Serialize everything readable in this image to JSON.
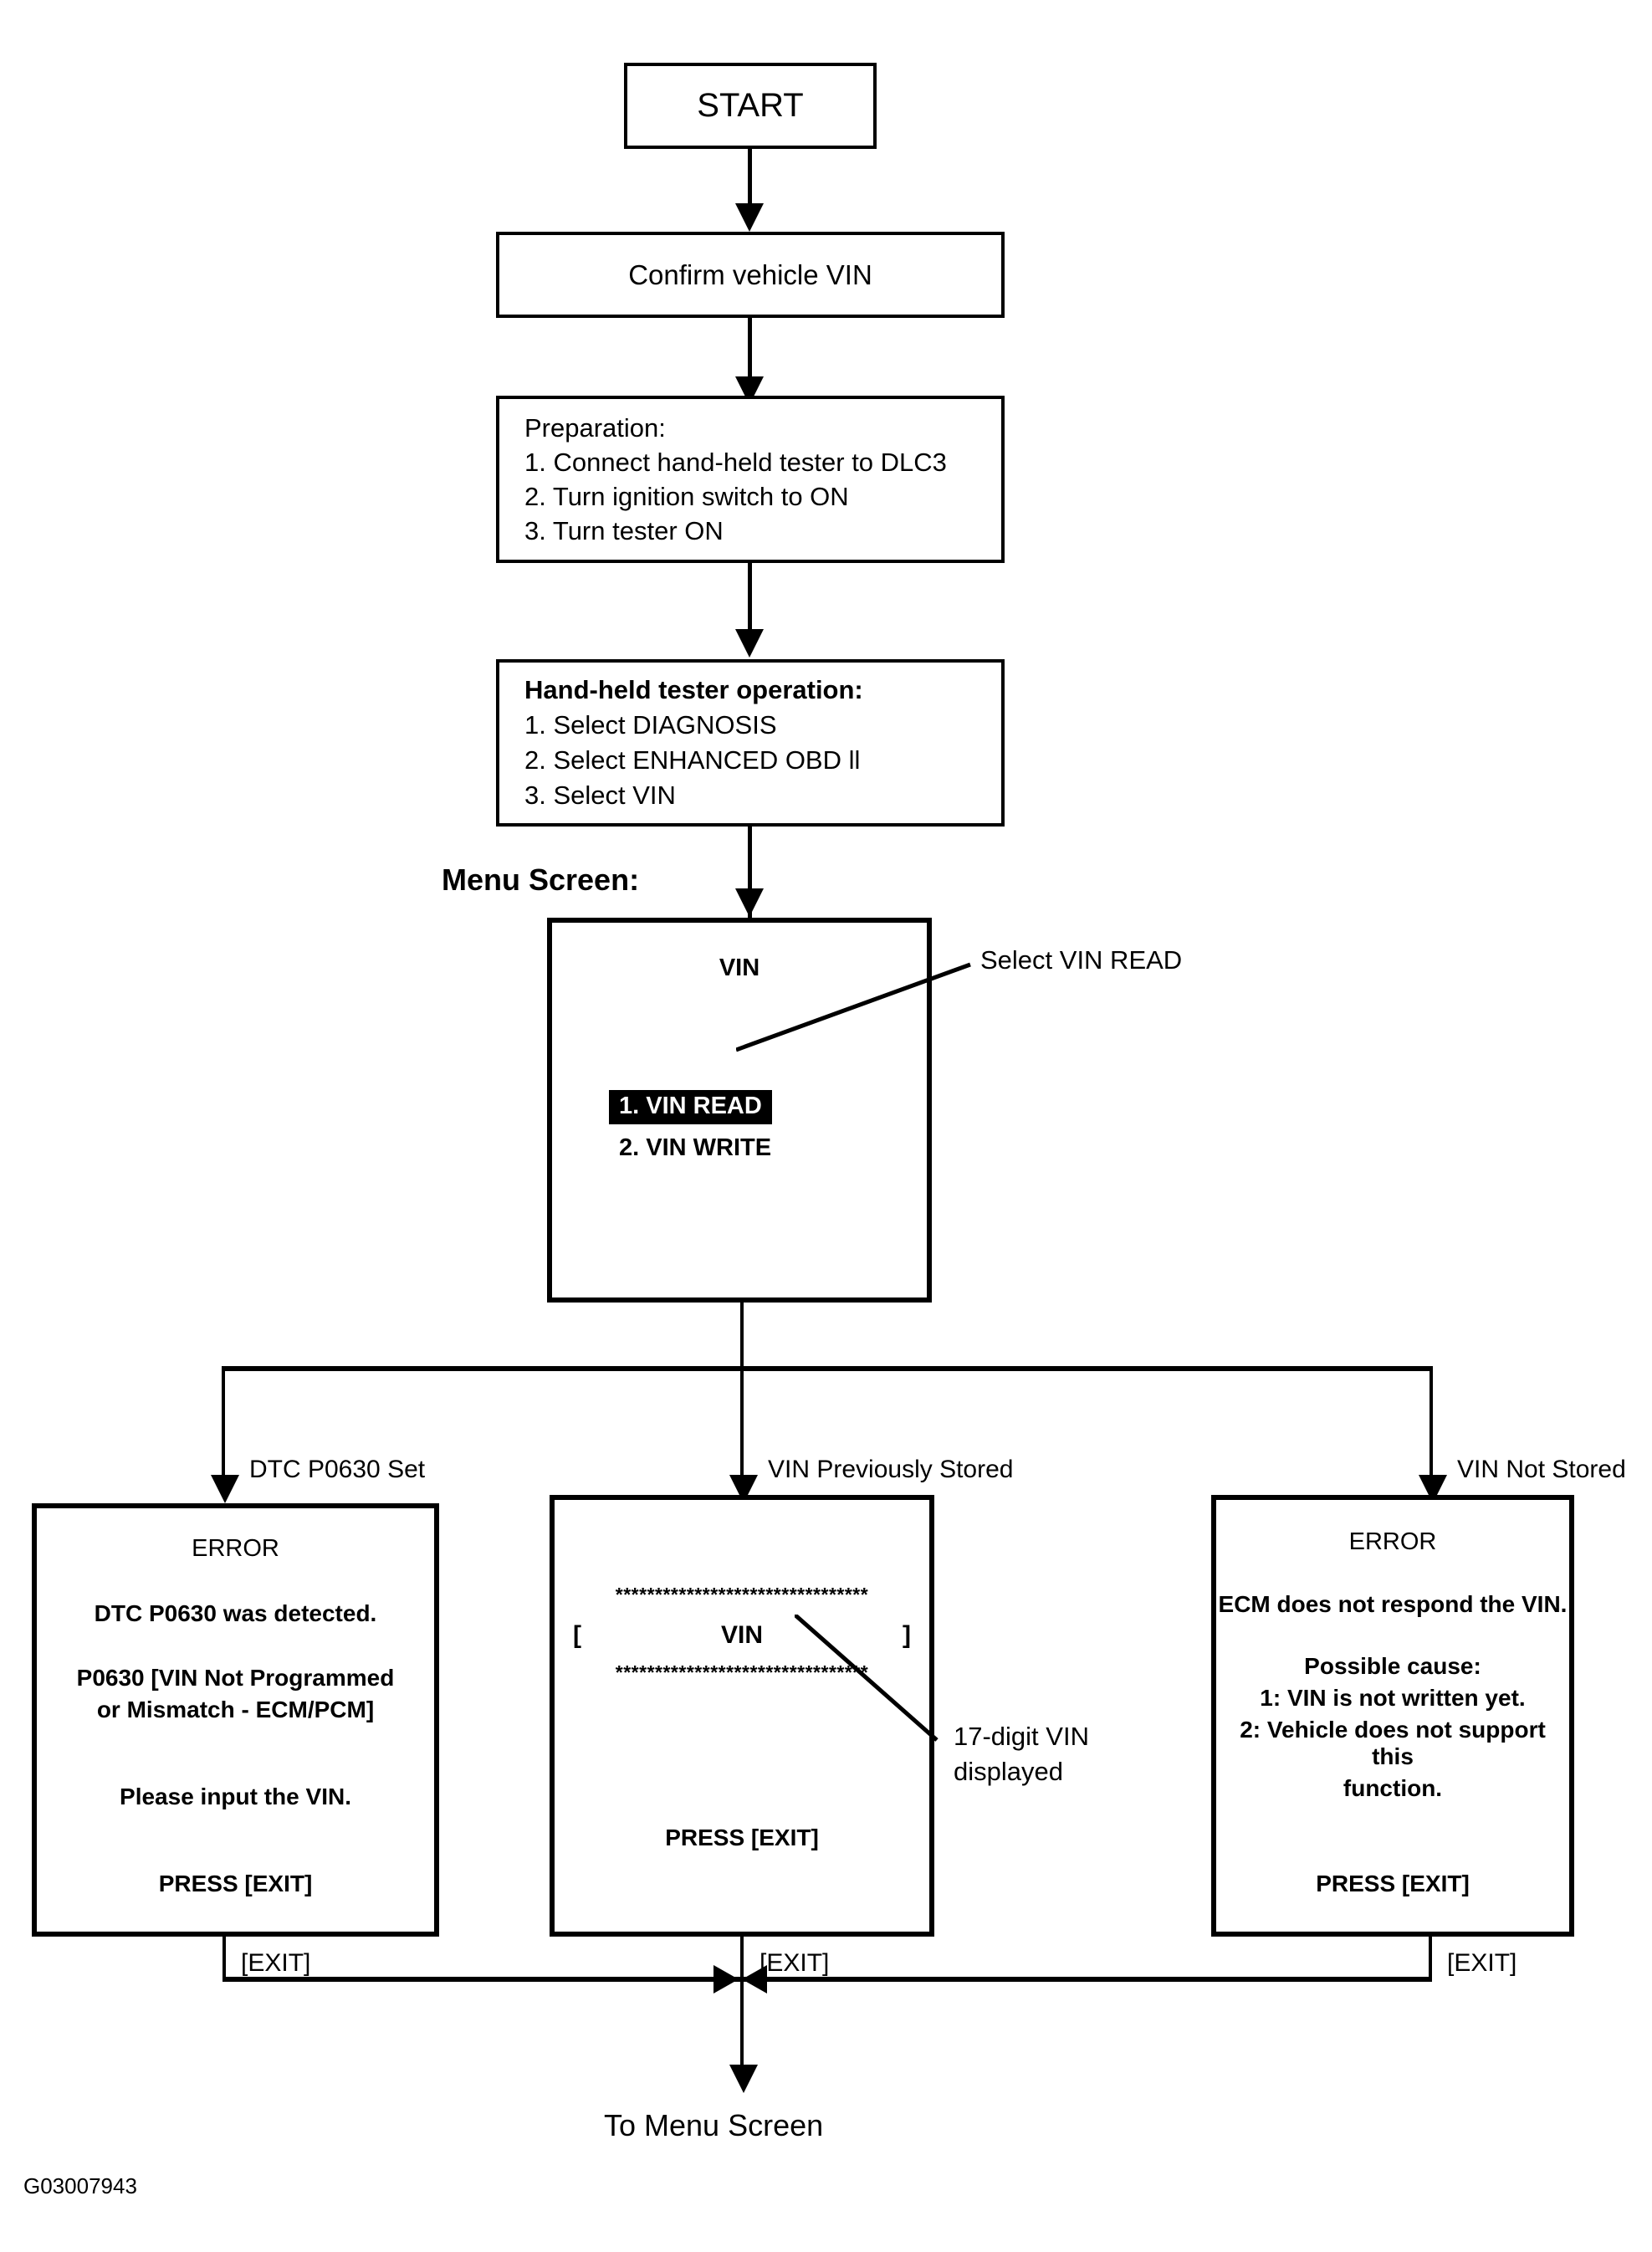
{
  "figure": {
    "id_code": "G03007943",
    "title": "VIN READ procedure flowchart"
  },
  "nodes": {
    "start": {
      "label": "START"
    },
    "confirm": {
      "label": "Confirm vehicle VIN"
    },
    "preparation": {
      "heading": "Preparation:",
      "steps": [
        "1. Connect hand-held tester to DLC3",
        "2. Turn ignition switch to ON",
        "3. Turn tester ON"
      ]
    },
    "tester_operation": {
      "heading": "Hand-held tester operation:",
      "steps": [
        "1. Select DIAGNOSIS",
        "2. Select ENHANCED OBD ll",
        "3. Select VIN"
      ]
    },
    "menu_screen": {
      "caption": "Menu Screen:",
      "screen_title": "VIN",
      "items": [
        {
          "label": "1. VIN READ",
          "selected": true
        },
        {
          "label": "2. VIN WRITE",
          "selected": false
        }
      ],
      "annotation": "Select VIN READ"
    },
    "branch_left": {
      "edge_label": "DTC P0630 Set",
      "title": "ERROR",
      "lines": [
        "DTC P0630 was detected.",
        "P0630  [VIN Not Programmed",
        "or Mismatch - ECM/PCM]",
        "Please input the VIN."
      ],
      "footer": "PRESS [EXIT]",
      "exit_label": "[EXIT]"
    },
    "branch_center": {
      "edge_label": "VIN Previously Stored",
      "star_line": "********************************",
      "bracket_open": "[",
      "vin_text": "VIN",
      "bracket_close": "]",
      "annotation": "17-digit VIN displayed",
      "footer": "PRESS [EXIT]",
      "exit_label": "[EXIT]"
    },
    "branch_right": {
      "edge_label": "VIN Not Stored",
      "title": "ERROR",
      "lines": [
        "ECM does not respond the VIN.",
        "Possible cause:",
        "1: VIN is not written yet.",
        "2: Vehicle does not support this",
        "function."
      ],
      "footer": "PRESS [EXIT]",
      "exit_label": "[EXIT]"
    },
    "end": {
      "label": "To Menu Screen"
    }
  },
  "colors": {
    "line": "#000000",
    "background": "#ffffff",
    "highlight_bg": "#000000",
    "highlight_fg": "#ffffff"
  }
}
